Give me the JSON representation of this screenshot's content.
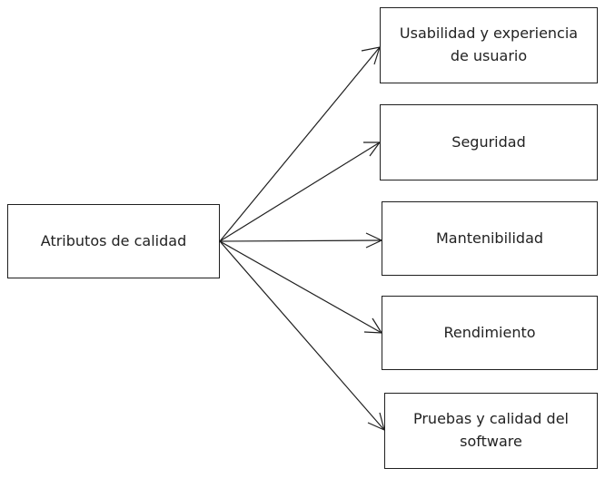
{
  "diagram": {
    "root": "Atributos de calidad",
    "attributes": [
      "Usabilidad y experiencia de usuario",
      "Seguridad",
      "Mantenibilidad",
      "Rendimiento",
      "Pruebas y calidad del software"
    ]
  }
}
